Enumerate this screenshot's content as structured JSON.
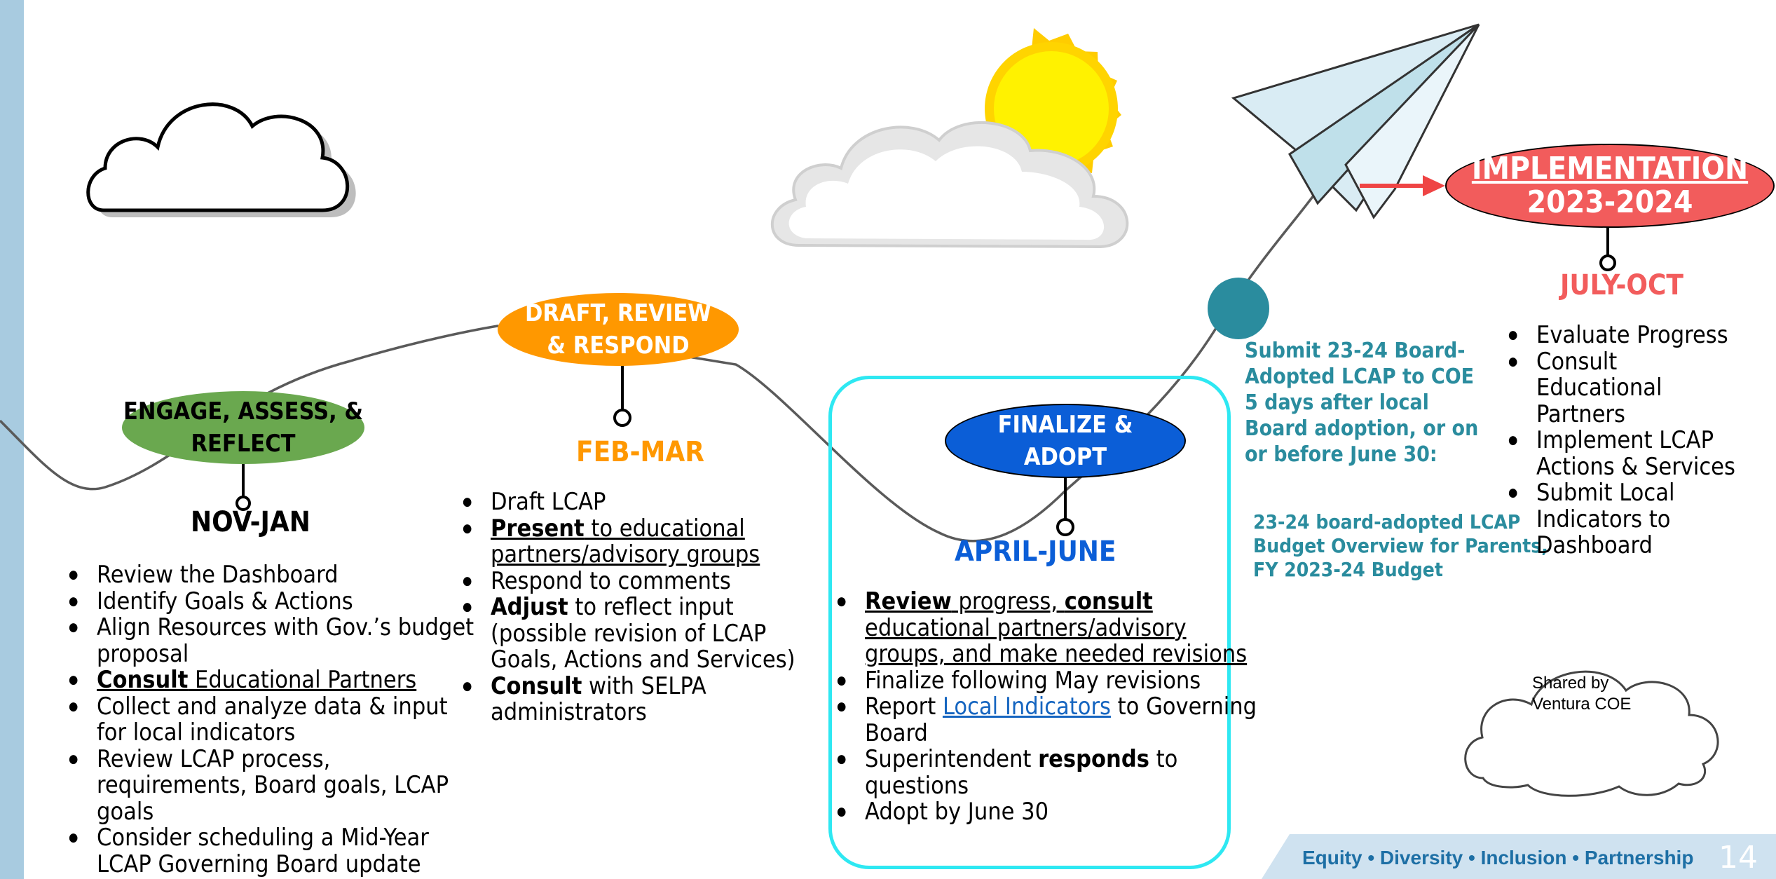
{
  "phases": {
    "engage": {
      "label_line1": "ENGAGE, ASSESS, &",
      "label_line2": "REFLECT",
      "color": "#6aa84f",
      "period": "NOV-JAN"
    },
    "draft": {
      "label_line1": "DRAFT, REVIEW",
      "label_line2": "& RESPOND",
      "color": "#ff9800",
      "period": "FEB-MAR"
    },
    "finalize": {
      "label_line1": "FINALIZE &",
      "label_line2": "ADOPT",
      "color": "#0b5ed7",
      "period": "APRIL-JUNE"
    },
    "implementation": {
      "label_line1": "IMPLEMENTATION",
      "label_line2": "2023-2024",
      "color": "#f25c5c",
      "period": "JULY-OCT"
    }
  },
  "lists": {
    "engage": [
      "Review the Dashboard",
      "Identify Goals & Actions",
      "Align Resources with Gov.’s budget proposal",
      {
        "bold_underline": "Consult",
        "underline": " Educational Partners"
      },
      "Collect and analyze data & input for local indicators",
      "Review LCAP process, requirements, Board goals, LCAP goals",
      "Consider scheduling a Mid-Year LCAP Governing Board update"
    ],
    "draft": {
      "item1": "Draft LCAP",
      "item2_bold": "Present",
      "item2_rest": " to educational partners/advisory groups",
      "item3": "Respond to comments",
      "item4_bold": "Adjust",
      "item4_rest": " to reflect input (possible revision of  LCAP Goals, Actions and Services)",
      "item5_bold": "Consult",
      "item5_rest": " with SELPA administrators"
    },
    "finalize": {
      "item1_b1": "Review",
      "item1_t1": " progress, ",
      "item1_b2": "consult",
      "item1_t2": " educational partners/advisory groups, and make needed revisions",
      "item2": "Finalize following May revisions",
      "item3_pre": "Report ",
      "item3_link": "Local Indicators",
      "item3_post": " to Governing Board",
      "item4_pre": "Superintendent ",
      "item4_bold": "responds",
      "item4_post": " to questions",
      "item5": "Adopt by June 30"
    },
    "implementation": [
      "Evaluate Progress",
      "Consult Educational Partners",
      "Implement LCAP Actions & Services",
      "Submit Local Indicators to Dashboard"
    ]
  },
  "submit": {
    "line1": "Submit 23-24 Board-",
    "line2": "Adopted LCAP to COE",
    "line3": "5 days after local",
    "line4": "Board adoption, or on",
    "line5": "or before June 30:"
  },
  "budget": {
    "line1": "23-24 board-adopted LCAP",
    "line2": "Budget Overview for Parents,",
    "line3": "FY 2023-24 Budget"
  },
  "shared": {
    "line1": "Shared by",
    "line2": "Ventura COE"
  },
  "footer": {
    "text": "Equity • Diversity • Inclusion • Partnership",
    "page": "14"
  },
  "colors": {
    "teal": "#2a8c9e",
    "cyan_box": "#2ee8f2",
    "stripe": "#a8cbe0",
    "arrow": "#ef4444"
  },
  "icons": [
    "cloud-icon",
    "sun-icon",
    "paper-plane-icon",
    "arrow-icon"
  ]
}
